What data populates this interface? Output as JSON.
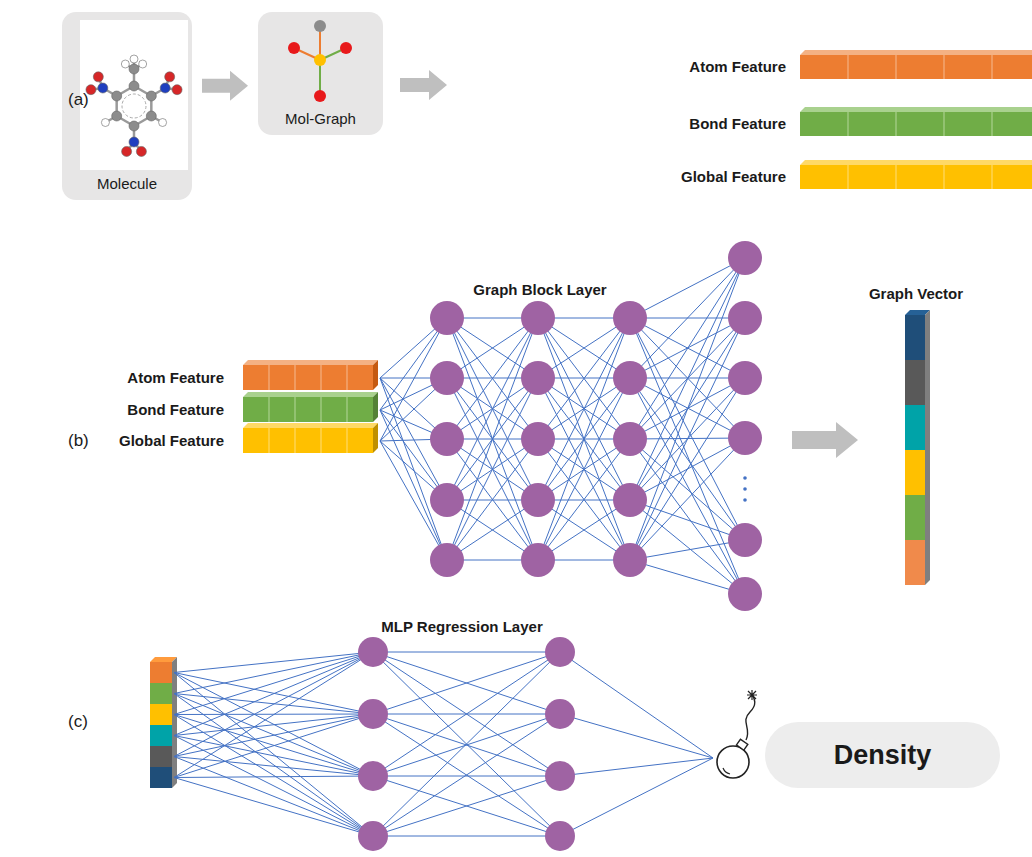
{
  "diagram": {
    "nodes": [
      {
        "text": [
          "Molecule"
        ]
      },
      {
        "text": [
          "Mol-Graph"
        ]
      },
      {
        "text": [
          "Density"
        ]
      }
    ],
    "edges": [
      {
        "from": 0,
        "to": 1,
        "arrow": "to"
      }
    ],
    "labels": [
      "(a)",
      "Atom Feature",
      "Bond Feature",
      "Global Feature",
      "(b)",
      "Atom Feature",
      "Bond Feature",
      "Global Feature",
      "Graph Block Layer",
      "Graph Vector",
      "(c)",
      "MLP Regression Layer"
    ]
  }
}
